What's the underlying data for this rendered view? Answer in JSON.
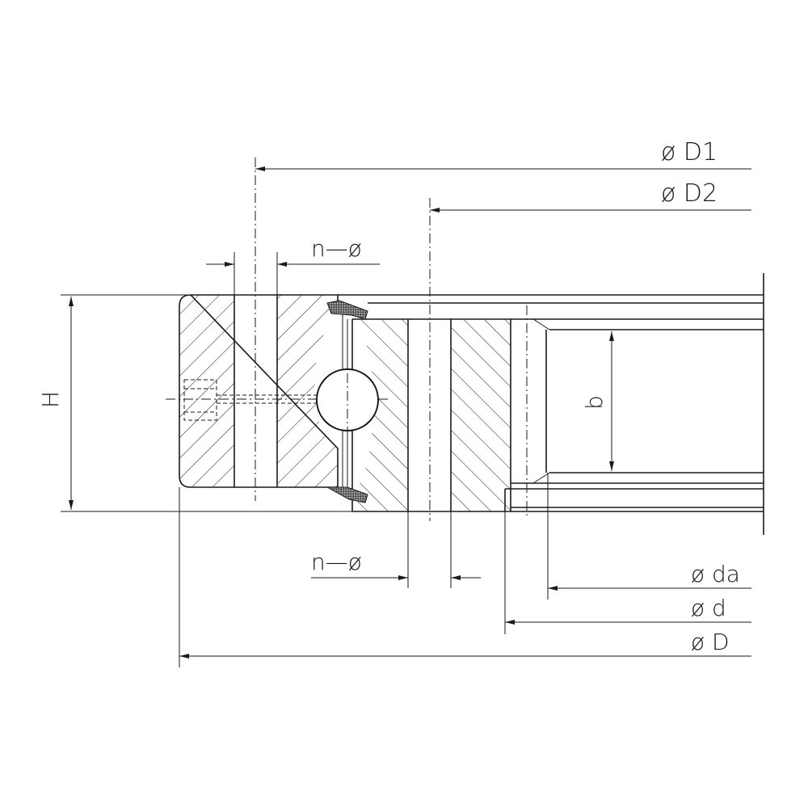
{
  "dimensions": {
    "d1": "ø  D1",
    "d2": "ø  D2",
    "n_hole_top": "n—ø",
    "n_hole_bottom": "n—ø",
    "h": "H",
    "b": "b",
    "da": "ø  da",
    "d": "ø   d",
    "D": "ø   D"
  }
}
